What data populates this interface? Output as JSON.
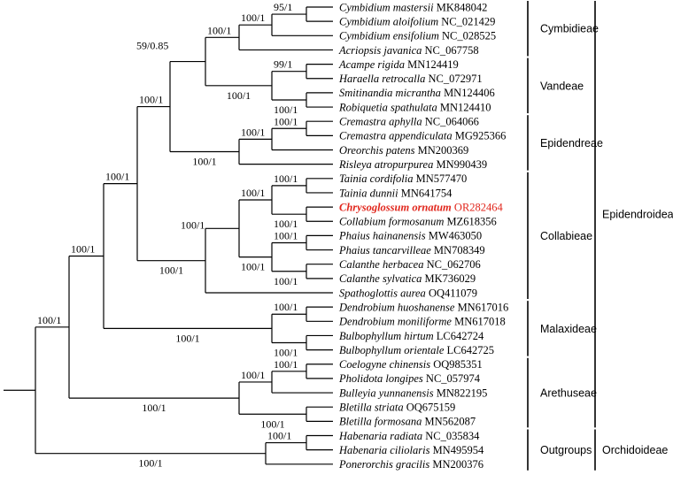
{
  "tree": {
    "taxa": [
      {
        "species": "Cymbidium mastersii",
        "accession": "MK848042"
      },
      {
        "species": "Cymbidium aloifolium",
        "accession": "NC_021429"
      },
      {
        "species": "Cymbidium ensifolium",
        "accession": "NC_028525"
      },
      {
        "species": "Acriopsis javanica",
        "accession": "NC_067758"
      },
      {
        "species": "Acampe rigida",
        "accession": "MN124419"
      },
      {
        "species": "Haraella retrocalla",
        "accession": "NC_072971"
      },
      {
        "species": "Smitinandia micrantha",
        "accession": "MN124406"
      },
      {
        "species": "Robiquetia spathulata",
        "accession": "MN124410"
      },
      {
        "species": "Cremastra aphylla",
        "accession": "NC_064066"
      },
      {
        "species": "Cremastra appendiculata",
        "accession": "MG925366"
      },
      {
        "species": "Oreorchis patens",
        "accession": "MN200369"
      },
      {
        "species": "Risleya atropurpurea",
        "accession": "MN990439"
      },
      {
        "species": "Tainia cordifolia",
        "accession": "MN577470"
      },
      {
        "species": "Tainia dunnii",
        "accession": "MN641754"
      },
      {
        "species": "Chrysoglossum ornatum",
        "accession": "OR282464",
        "highlight": true,
        "color": "#e1261c"
      },
      {
        "species": "Collabium formosanum",
        "accession": "MZ618356"
      },
      {
        "species": "Phaius hainanensis",
        "accession": "MW463050"
      },
      {
        "species": "Phaius tancarvilleae",
        "accession": "MN708349"
      },
      {
        "species": "Calanthe herbacea",
        "accession": "NC_062706"
      },
      {
        "species": "Calanthe sylvatica",
        "accession": "MK736029"
      },
      {
        "species": "Spathoglottis aurea",
        "accession": "OQ411079"
      },
      {
        "species": "Dendrobium huoshanense",
        "accession": "MN617016"
      },
      {
        "species": "Dendrobium moniliforme",
        "accession": "MN617018"
      },
      {
        "species": "Bulbophyllum hirtum",
        "accession": "LC642724"
      },
      {
        "species": "Bulbophyllum orientale",
        "accession": "LC642725"
      },
      {
        "species": "Coelogyne chinensis",
        "accession": "OQ985351"
      },
      {
        "species": "Pholidota longipes",
        "accession": "NC_057974"
      },
      {
        "species": "Bulleyia yunnanensis",
        "accession": "MN822195"
      },
      {
        "species": "Bletilla striata",
        "accession": "OQ675159"
      },
      {
        "species": "Bletilla formosana",
        "accession": "MN562087"
      },
      {
        "species": "Habenaria radiata",
        "accession": "NC_035834"
      },
      {
        "species": "Habenaria ciliolaris",
        "accession": "MN495954"
      },
      {
        "species": "Ponerorchis gracilis",
        "accession": "MN200376"
      }
    ],
    "nodes": [
      {
        "id": "n_cym_ma_al",
        "children": [
          0,
          1
        ],
        "support": "95/1"
      },
      {
        "id": "n_cym",
        "children": [
          "n_cym_ma_al",
          2
        ],
        "support": "100/1"
      },
      {
        "id": "n_cymbidieae",
        "children": [
          "n_cym",
          3
        ],
        "support": "100/1"
      },
      {
        "id": "n_acampe_hara",
        "children": [
          4,
          5
        ],
        "support": "99/1"
      },
      {
        "id": "n_smit_robi",
        "children": [
          6,
          7
        ],
        "support": "100/1"
      },
      {
        "id": "n_vandeae",
        "children": [
          "n_acampe_hara",
          "n_smit_robi"
        ],
        "support": "100/1"
      },
      {
        "id": "n_cymb_vand",
        "children": [
          "n_cymbidieae",
          "n_vandeae"
        ],
        "support": "59/0.85"
      },
      {
        "id": "n_cremastra",
        "children": [
          8,
          9
        ],
        "support": "100/1"
      },
      {
        "id": "n_crem_oreo",
        "children": [
          "n_cremastra",
          10
        ],
        "support": "100/1"
      },
      {
        "id": "n_epidendreae",
        "children": [
          "n_crem_oreo",
          11
        ],
        "support": "100/1"
      },
      {
        "id": "n_upper",
        "children": [
          "n_cymb_vand",
          "n_epidendreae"
        ],
        "support": "100/1"
      },
      {
        "id": "n_tainia",
        "children": [
          12,
          13
        ],
        "support": "100/1"
      },
      {
        "id": "n_chry_coll",
        "children": [
          14,
          15
        ],
        "support": "100/1"
      },
      {
        "id": "n_tainia_chry",
        "children": [
          "n_tainia",
          "n_chry_coll"
        ],
        "support": "100/1"
      },
      {
        "id": "n_phaius",
        "children": [
          16,
          17
        ],
        "support": "100/1"
      },
      {
        "id": "n_calanthe",
        "children": [
          18,
          19
        ],
        "support": "100/1"
      },
      {
        "id": "n_phai_cala",
        "children": [
          "n_phaius",
          "n_calanthe"
        ],
        "support": "100/1"
      },
      {
        "id": "n_collab_core",
        "children": [
          "n_tainia_chry",
          "n_phai_cala"
        ],
        "support": "100/1"
      },
      {
        "id": "n_collabieae",
        "children": [
          "n_collab_core",
          20
        ],
        "support": "100/1"
      },
      {
        "id": "n_upper_collab",
        "children": [
          "n_upper",
          "n_collabieae"
        ],
        "support": "100/1"
      },
      {
        "id": "n_dendrobium",
        "children": [
          21,
          22
        ],
        "support": "100/1"
      },
      {
        "id": "n_bulbophyllum",
        "children": [
          23,
          24
        ],
        "support": "100/1"
      },
      {
        "id": "n_malaxideae",
        "children": [
          "n_dendrobium",
          "n_bulbophyllum"
        ],
        "support": "100/1"
      },
      {
        "id": "n_upper_mala",
        "children": [
          "n_upper_collab",
          "n_malaxideae"
        ],
        "support": "100/1"
      },
      {
        "id": "n_coel_phol",
        "children": [
          25,
          26
        ],
        "support": "100/1"
      },
      {
        "id": "n_coel_bull",
        "children": [
          "n_coel_phol",
          27
        ],
        "support": "100/1"
      },
      {
        "id": "n_bletilla",
        "children": [
          28,
          29
        ],
        "support": "100/1"
      },
      {
        "id": "n_arethuseae",
        "children": [
          "n_coel_bull",
          "n_bletilla"
        ],
        "support": "100/1"
      },
      {
        "id": "n_epidendroideae",
        "children": [
          "n_upper_mala",
          "n_arethuseae"
        ],
        "support": "100/1"
      },
      {
        "id": "n_habenaria",
        "children": [
          30,
          31
        ],
        "support": "100/1"
      },
      {
        "id": "n_outgroups",
        "children": [
          "n_habenaria",
          32
        ],
        "support": "100/1"
      },
      {
        "id": "n_root",
        "children": [
          "n_epidendroideae",
          "n_outgroups"
        ],
        "support": ""
      }
    ],
    "tribes": [
      {
        "label": "Cymbidieae",
        "first": 0,
        "last": 3
      },
      {
        "label": "Vandeae",
        "first": 4,
        "last": 7
      },
      {
        "label": "Epidendreae",
        "first": 8,
        "last": 11
      },
      {
        "label": "Collabieae",
        "first": 12,
        "last": 20
      },
      {
        "label": "Malaxideae",
        "first": 21,
        "last": 24
      },
      {
        "label": "Arethuseae",
        "first": 25,
        "last": 29
      },
      {
        "label": "Outgroups",
        "first": 30,
        "last": 32
      }
    ],
    "subfamilies": [
      {
        "label": "Epidendroideae",
        "first": 0,
        "last": 29
      },
      {
        "label": "Orchidoideae",
        "first": 30,
        "last": 32
      }
    ]
  }
}
